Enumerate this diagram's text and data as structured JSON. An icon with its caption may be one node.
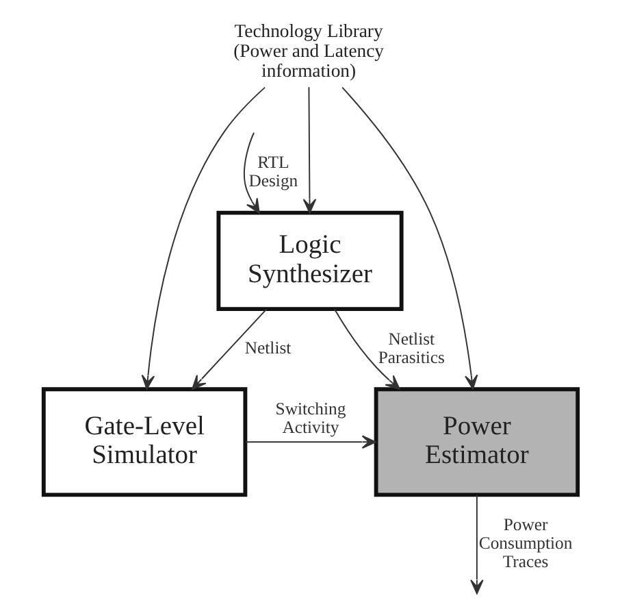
{
  "diagram": {
    "nodes": [
      {
        "text": [
          "Technology Library (Power and Latency information)"
        ]
      },
      {
        "text": [
          "Logic Synthesizer"
        ]
      },
      {
        "text": [
          "Gate-Level Simulator"
        ]
      },
      {
        "text": [
          "Power Estimator"
        ]
      }
    ],
    "edges": [
      {
        "from": 0,
        "to": 1,
        "arrow": "to"
      },
      {
        "from": 0,
        "to": 2,
        "arrow": "to"
      },
      {
        "from": 0,
        "to": 3,
        "arrow": "to"
      },
      {
        "from": null,
        "to": 1,
        "arrow": "to",
        "label": "RTL Design"
      },
      {
        "from": 1,
        "to": 2,
        "arrow": "to",
        "label": "Netlist"
      },
      {
        "from": 1,
        "to": 3,
        "arrow": "to",
        "label": "Netlist Parasitics"
      },
      {
        "from": 2,
        "to": 3,
        "arrow": "to",
        "label": "Switching Activity"
      },
      {
        "from": 3,
        "to": null,
        "arrow": "to",
        "label": "Power Consumption Traces"
      }
    ]
  }
}
